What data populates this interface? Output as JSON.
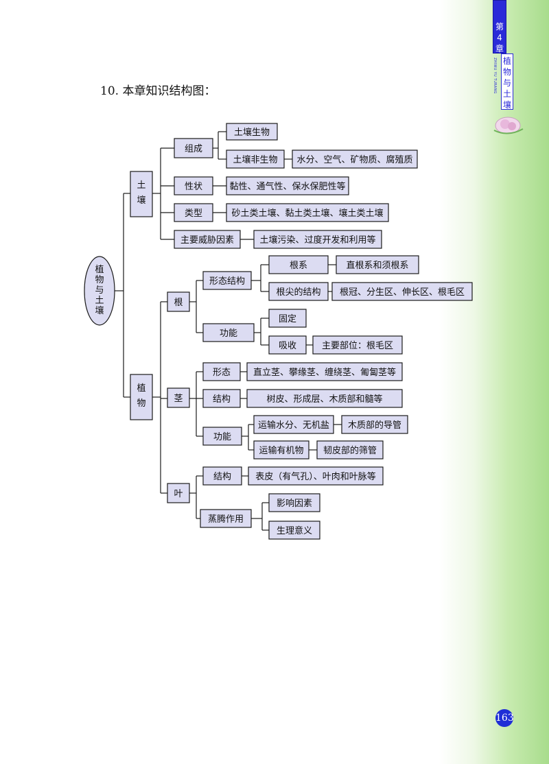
{
  "sidebar": {
    "chapter": "第4章",
    "title": "植物与土壤",
    "pinyin": "ZHIWU YU TURANG"
  },
  "heading": "10. 本章知识结构图：",
  "page_number": "163",
  "colors": {
    "box_fill": "#dcdcf2",
    "box_border": "#1a1a1a",
    "line": "#1a1a1a",
    "accent": "#2a2ad8"
  },
  "diagram": {
    "root": "植物与土壤",
    "soil": "土壤",
    "soil_composition": "组成",
    "soil_bio": "土壤生物",
    "soil_nonbio": "土壤非生物",
    "soil_nonbio_detail": "水分、空气、矿物质、腐殖质",
    "soil_property": "性状",
    "soil_property_detail": "黏性、通气性、保水保肥性等",
    "soil_type": "类型",
    "soil_type_detail": "砂土类土壤、黏土类土壤、壤土类土壤",
    "soil_threat": "主要威胁因素",
    "soil_threat_detail": "土壤污染、过度开发和利用等",
    "plant": "植物",
    "root_organ": "根",
    "root_morph": "形态结构",
    "root_system": "根系",
    "root_system_detail": "直根系和须根系",
    "root_tip": "根尖的结构",
    "root_tip_detail": "根冠、分生区、伸长区、根毛区",
    "root_function": "功能",
    "root_fix": "固定",
    "root_absorb": "吸收",
    "root_absorb_detail": "主要部位：根毛区",
    "stem": "茎",
    "stem_form": "形态",
    "stem_form_detail": "直立茎、攀缘茎、缠绕茎、匍匐茎等",
    "stem_structure": "结构",
    "stem_structure_detail": "树皮、形成层、木质部和髓等",
    "stem_function": "功能",
    "stem_water": "运输水分、无机盐",
    "stem_water_detail": "木质部的导管",
    "stem_organic": "运输有机物",
    "stem_organic_detail": "韧皮部的筛管",
    "leaf": "叶",
    "leaf_structure": "结构",
    "leaf_structure_detail": "表皮（有气孔）、叶肉和叶脉等",
    "leaf_transpiration": "蒸腾作用",
    "leaf_factor": "影响因素",
    "leaf_significance": "生理意义"
  }
}
